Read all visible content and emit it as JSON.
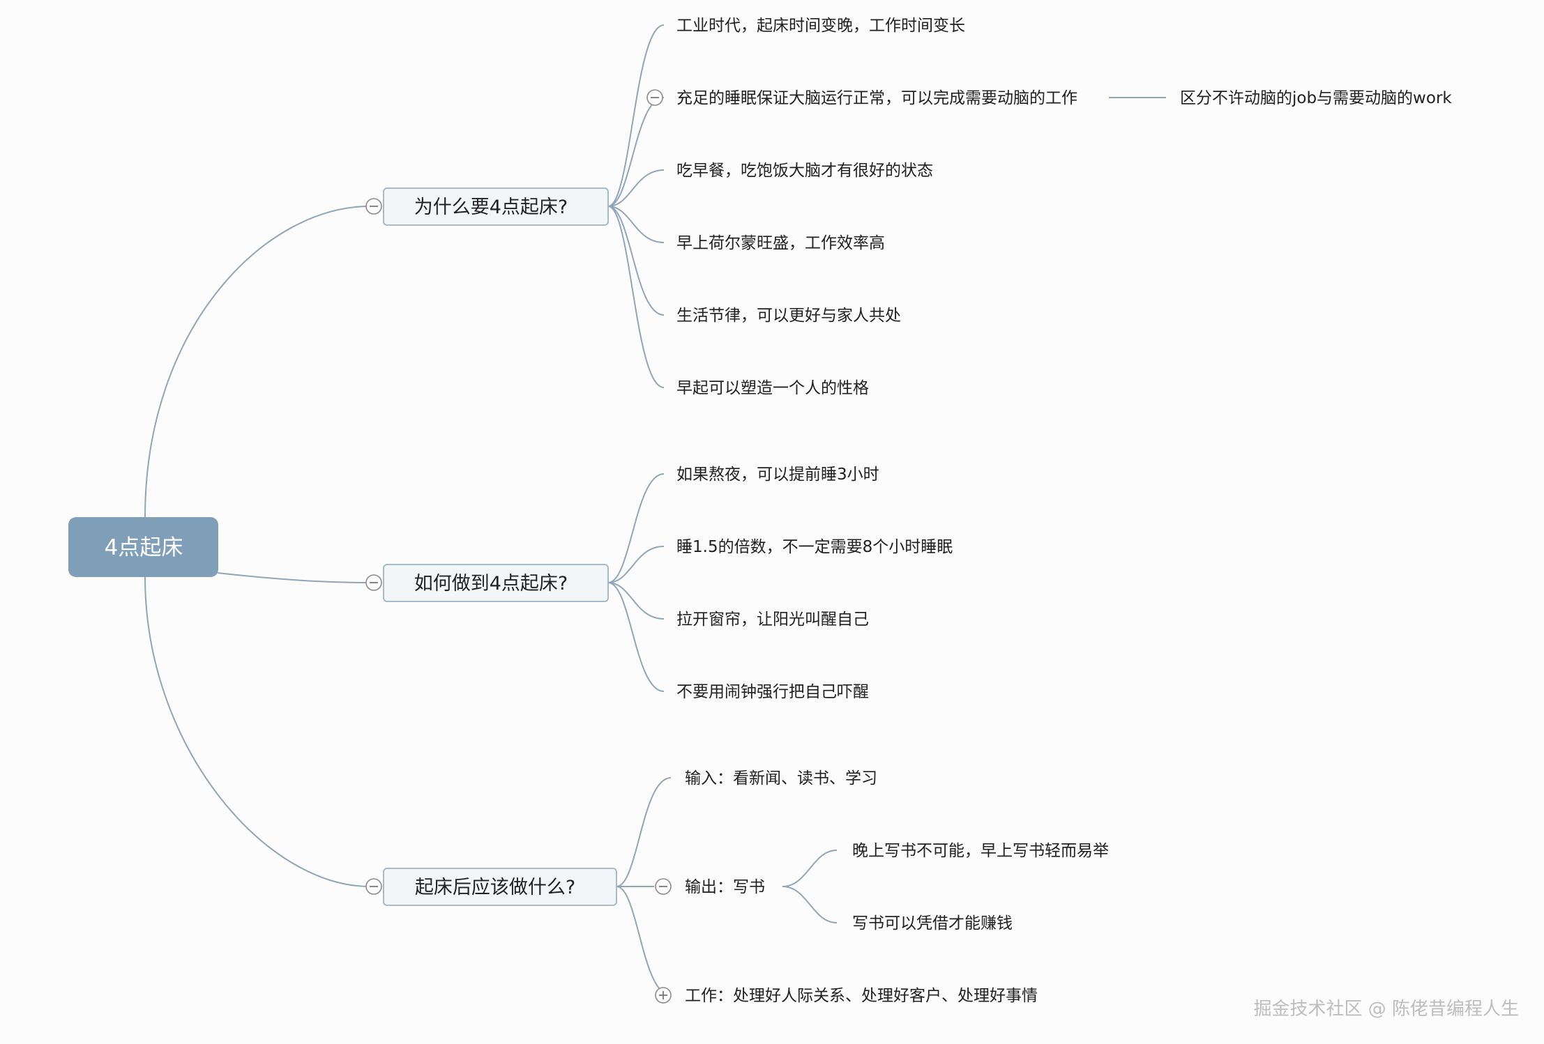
{
  "root": {
    "label": "4点起床"
  },
  "branches": [
    {
      "label": "为什么要4点起床?",
      "items": [
        {
          "label": "工业时代，起床时间变晚，工作时间变长"
        },
        {
          "label": "充足的睡眠保证大脑运行正常，可以完成需要动脑的工作",
          "child": "区分不许动脑的job与需要动脑的work"
        },
        {
          "label": "吃早餐，吃饱饭大脑才有很好的状态"
        },
        {
          "label": "早上荷尔蒙旺盛，工作效率高"
        },
        {
          "label": "生活节律，可以更好与家人共处"
        },
        {
          "label": "早起可以塑造一个人的性格"
        }
      ]
    },
    {
      "label": "如何做到4点起床?",
      "items": [
        {
          "label": "如果熬夜，可以提前睡3小时"
        },
        {
          "label": "睡1.5的倍数，不一定需要8个小时睡眠"
        },
        {
          "label": "拉开窗帘，让阳光叫醒自己"
        },
        {
          "label": "不要用闹钟强行把自己吓醒"
        }
      ]
    },
    {
      "label": "起床后应该做什么?",
      "items": [
        {
          "label": "输入：看新闻、读书、学习"
        },
        {
          "label": "输出：写书",
          "children": [
            "晚上写书不可能，早上写书轻而易举",
            "写书可以凭借才能赚钱"
          ]
        },
        {
          "label": "工作：处理好人际关系、处理好客户、处理好事情"
        }
      ]
    }
  ],
  "watermark": "掘金技术社区 @ 陈佬昔编程人生",
  "colors": {
    "root_fill": "#7f9fb9",
    "branch_fill": "#f2f6f9",
    "branch_stroke": "#9fb3c4",
    "link": "#8fa5b8"
  }
}
